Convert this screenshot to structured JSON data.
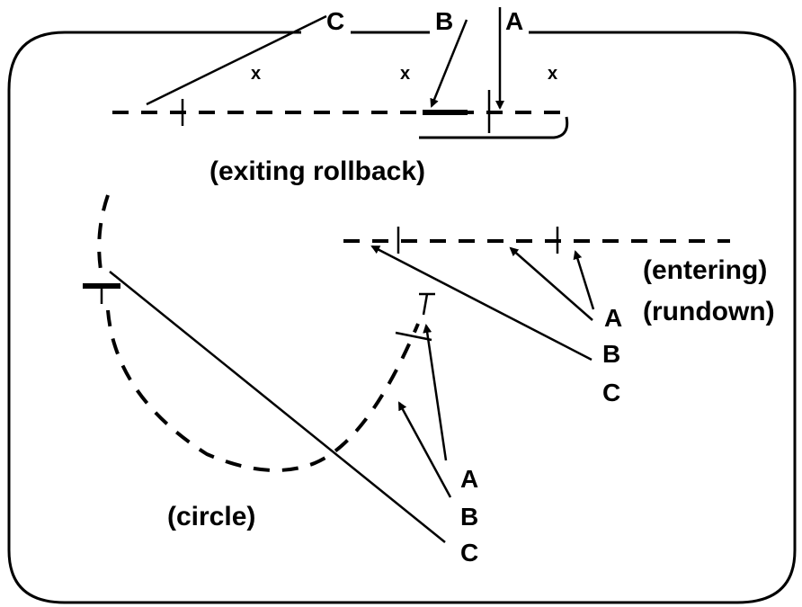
{
  "diagram": {
    "captions": {
      "exiting_rollback": "(exiting rollback)",
      "entering": "(entering)",
      "rundown": "(rundown)",
      "circle": "(circle)"
    },
    "top_group": {
      "label_a": "A",
      "label_b": "B",
      "label_c": "C",
      "x_mark": "x"
    },
    "right_group": {
      "label_a": "A",
      "label_b": "B",
      "label_c": "C"
    },
    "circle_group": {
      "label_a": "A",
      "label_b": "B",
      "label_c": "C"
    }
  }
}
